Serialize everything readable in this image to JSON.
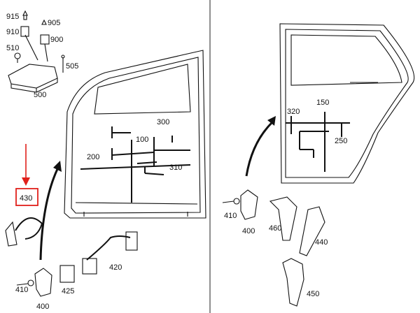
{
  "highlight_color": "#e0201b",
  "labels": {
    "p915": "915",
    "p910": "910",
    "p905": "905",
    "p900": "900",
    "p510": "510",
    "p505": "505",
    "p500": "500",
    "p430": "430",
    "p410a": "410",
    "p400a": "400",
    "p425": "425",
    "p420": "420",
    "p100": "100",
    "p200": "200",
    "p300": "300",
    "p310": "310",
    "p320": "320",
    "p150": "150",
    "p250": "250",
    "p410b": "410",
    "p400b": "400",
    "p460": "460",
    "p440": "440",
    "p450": "450"
  }
}
